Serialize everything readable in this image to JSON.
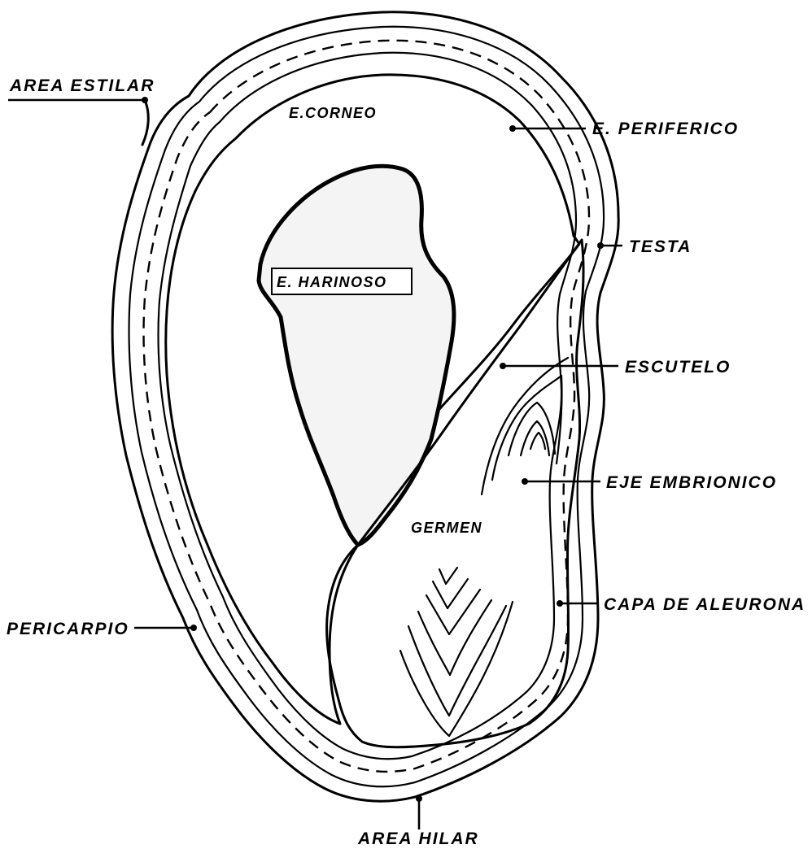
{
  "diagram": {
    "labels": {
      "area_estilar": "AREA ESTILAR",
      "e_corneo": "E.CORNEO",
      "e_periferico": "E. PERIFERICO",
      "e_harinoso": "E. HARINOSO",
      "testa": "TESTA",
      "escutelo": "ESCUTELO",
      "eje_embrionico": "EJE EMBRIONICO",
      "germen": "GERMEN",
      "capa_de_aleurona": "CAPA DE ALEURONA",
      "pericarpio": "PERICARPIO",
      "area_hilar": "AREA HILAR"
    }
  }
}
